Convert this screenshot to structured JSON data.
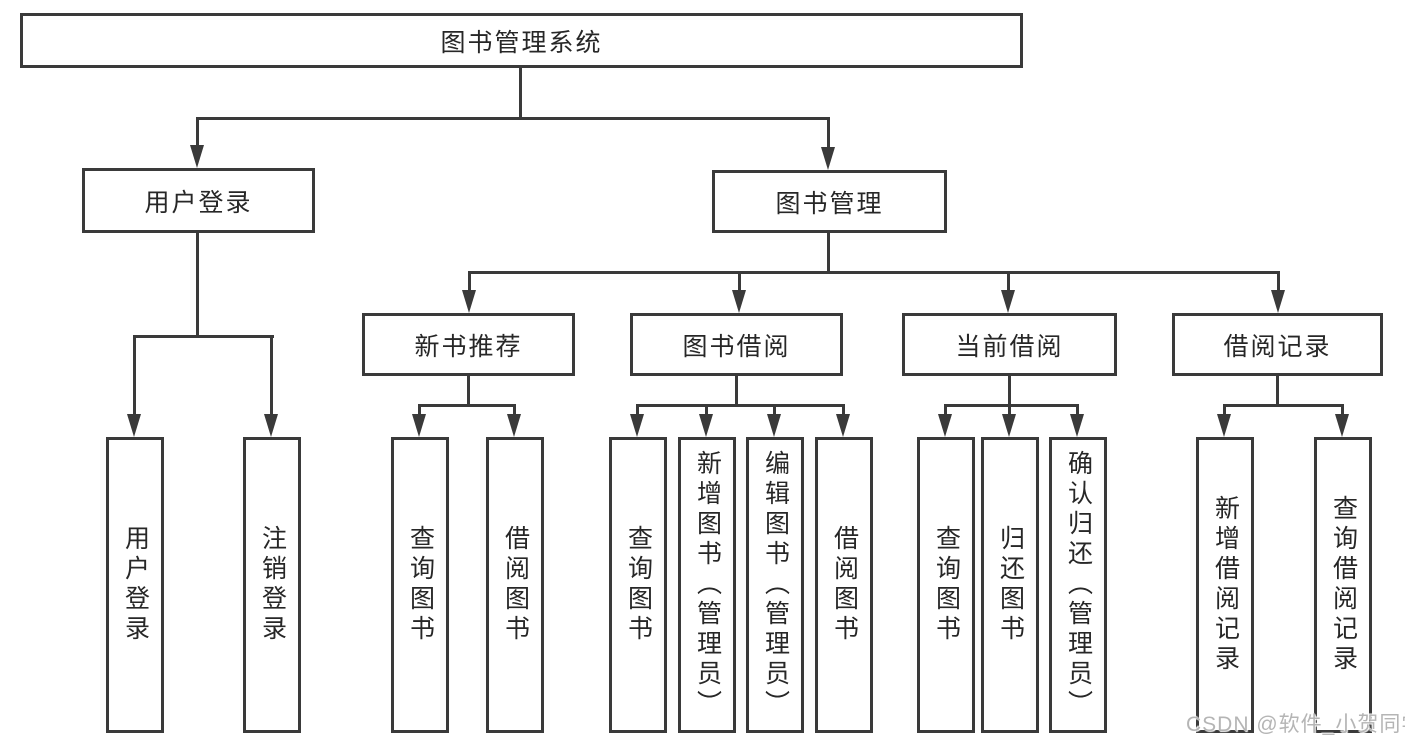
{
  "tree": {
    "root": {
      "label": "图书管理系统"
    },
    "branches": [
      {
        "label": "用户登录",
        "children": [
          {
            "label": "用户登录"
          },
          {
            "label": "注销登录"
          }
        ]
      },
      {
        "label": "图书管理",
        "children": [
          {
            "label": "新书推荐",
            "children": [
              {
                "label": "查询图书"
              },
              {
                "label": "借阅图书"
              }
            ]
          },
          {
            "label": "图书借阅",
            "children": [
              {
                "label": "查询图书"
              },
              {
                "label": "新增图书（管理员）"
              },
              {
                "label": "编辑图书（管理员）"
              },
              {
                "label": "借阅图书"
              }
            ]
          },
          {
            "label": "当前借阅",
            "children": [
              {
                "label": "查询图书"
              },
              {
                "label": "归还图书"
              },
              {
                "label": "确认归还（管理员）"
              }
            ]
          },
          {
            "label": "借阅记录",
            "children": [
              {
                "label": "新增借阅记录"
              },
              {
                "label": "查询借阅记录"
              }
            ]
          }
        ]
      }
    ]
  },
  "watermark": {
    "text": "CSDN @软件_小贺同学"
  },
  "colors": {
    "line": "#3a3a3a",
    "text": "#272727",
    "watermark": "#b5b5b5",
    "background": "#ffffff"
  }
}
